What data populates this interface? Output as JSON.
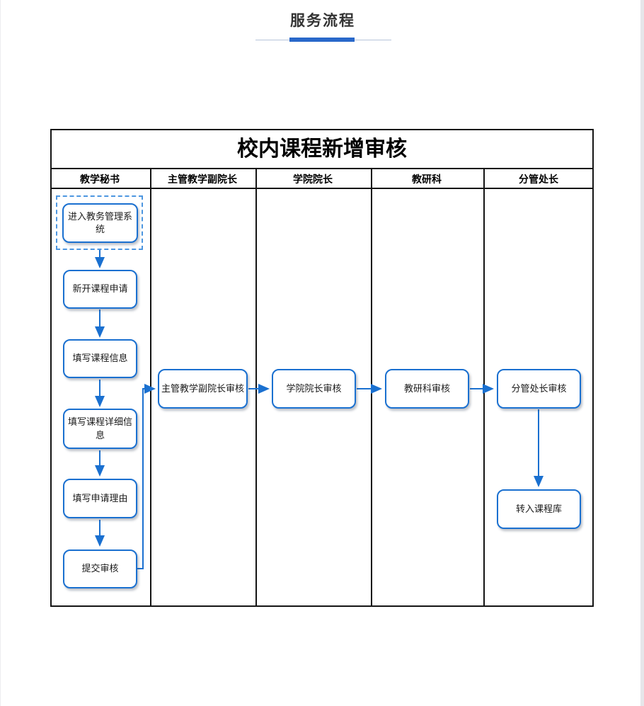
{
  "page": {
    "section_title": "服务流程"
  },
  "diagram": {
    "title": "校内课程新增审核",
    "lanes": [
      {
        "label": "教学秘书"
      },
      {
        "label": "主管教学副院长"
      },
      {
        "label": "学院院长"
      },
      {
        "label": "教研科"
      },
      {
        "label": "分管处长"
      }
    ],
    "nodes": [
      {
        "id": "n1",
        "lane": "教学秘书",
        "label": "进入教务管理系统",
        "selected": true
      },
      {
        "id": "n2",
        "lane": "教学秘书",
        "label": "新开课程申请"
      },
      {
        "id": "n3",
        "lane": "教学秘书",
        "label": "填写课程信息"
      },
      {
        "id": "n4",
        "lane": "教学秘书",
        "label": "填写课程详细信息"
      },
      {
        "id": "n5",
        "lane": "教学秘书",
        "label": "填写申请理由"
      },
      {
        "id": "n6",
        "lane": "教学秘书",
        "label": "提交审核"
      },
      {
        "id": "n7",
        "lane": "主管教学副院长",
        "label": "主管教学副院长审核"
      },
      {
        "id": "n8",
        "lane": "学院院长",
        "label": "学院院长审核"
      },
      {
        "id": "n9",
        "lane": "教研科",
        "label": "教研科审核"
      },
      {
        "id": "n10",
        "lane": "分管处长",
        "label": "分管处长审核"
      },
      {
        "id": "n11",
        "lane": "分管处长",
        "label": "转入课程库"
      }
    ],
    "edges": [
      {
        "from": "n1",
        "to": "n2"
      },
      {
        "from": "n2",
        "to": "n3"
      },
      {
        "from": "n3",
        "to": "n4"
      },
      {
        "from": "n4",
        "to": "n5"
      },
      {
        "from": "n5",
        "to": "n6"
      },
      {
        "from": "n6",
        "to": "n7"
      },
      {
        "from": "n7",
        "to": "n8"
      },
      {
        "from": "n8",
        "to": "n9"
      },
      {
        "from": "n9",
        "to": "n10"
      },
      {
        "from": "n10",
        "to": "n11"
      }
    ]
  },
  "colors": {
    "node_border": "#1a70d0",
    "arrow": "#1a70d0",
    "selection_outline": "#4d96e0",
    "table_border": "#141414",
    "section_underline_bar": "#2968ca",
    "section_underline_line": "#b6c4da",
    "title_text": "#333333"
  }
}
